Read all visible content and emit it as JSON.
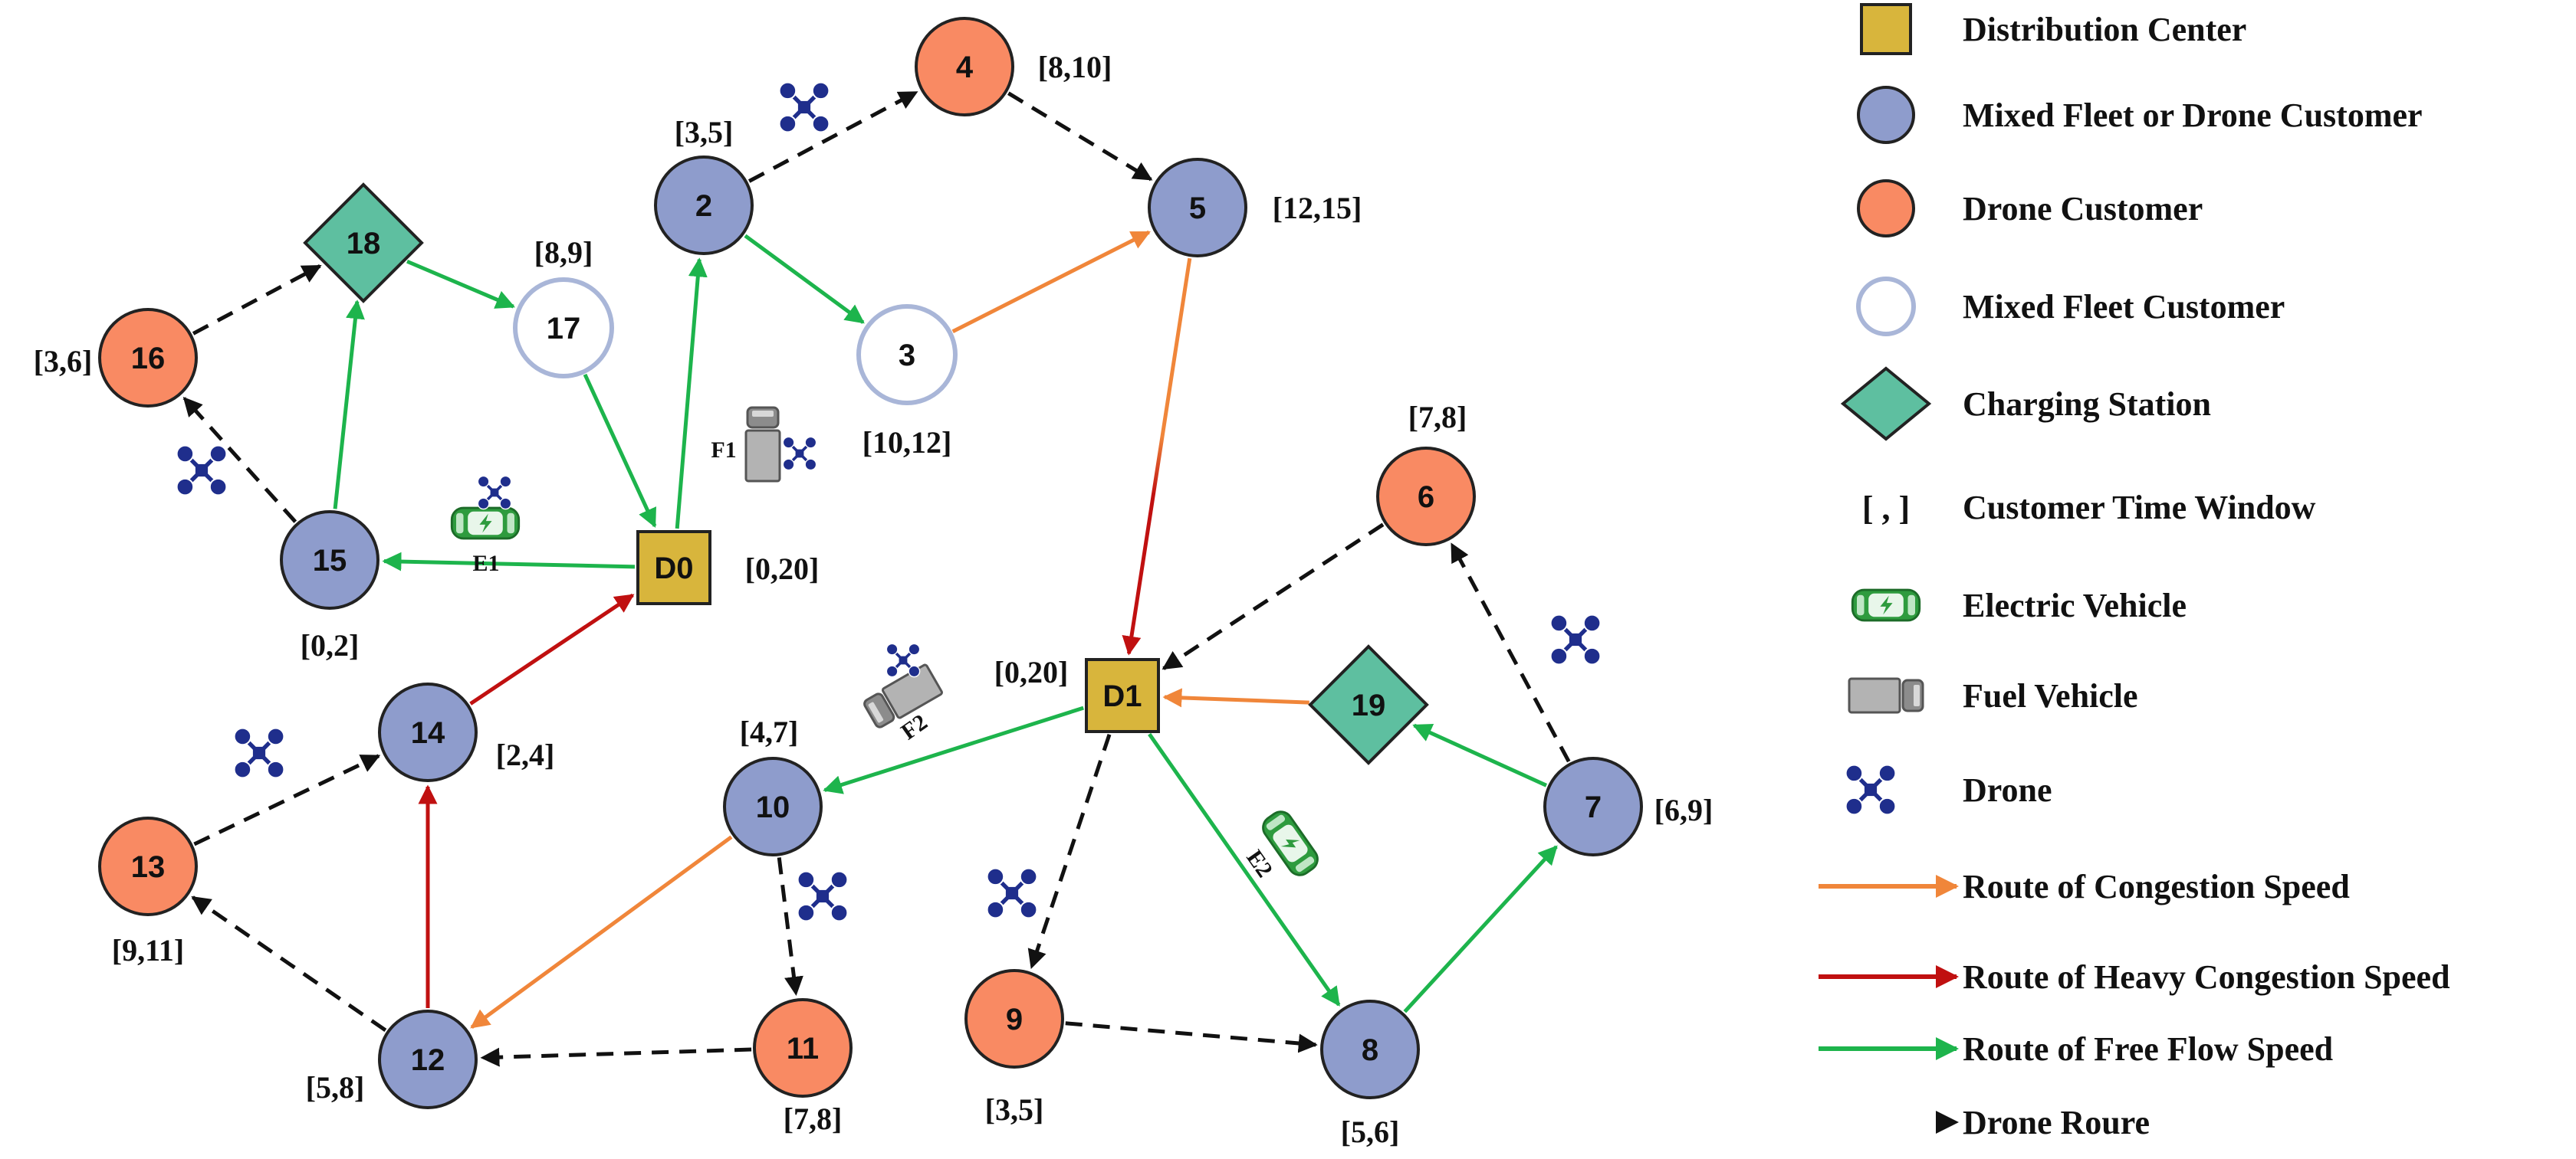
{
  "colors": {
    "depot": "#D8B53C",
    "mixed_or_drone": "#8E9CCC",
    "drone_customer": "#F98A63",
    "mixed_fleet": "#FFFFFF",
    "mixed_fleet_stroke": "#A9B6D8",
    "charging": "#5EBFA0",
    "congestion": "#F0863A",
    "heavy_congestion": "#C01010",
    "free_flow": "#1DB44C",
    "drone_route": "#111111",
    "drone_icon": "#1F2E8C"
  },
  "nodes": [
    {
      "id": "D0",
      "label": "D0",
      "kind": "depot",
      "time_window": "[0,20]"
    },
    {
      "id": "D1",
      "label": "D1",
      "kind": "depot",
      "time_window": "[0,20]"
    },
    {
      "id": "2",
      "label": "2",
      "kind": "mixed_or_drone",
      "time_window": "[3,5]"
    },
    {
      "id": "3",
      "label": "3",
      "kind": "mixed_fleet",
      "time_window": "[10,12]"
    },
    {
      "id": "4",
      "label": "4",
      "kind": "drone_customer",
      "time_window": "[8,10]"
    },
    {
      "id": "5",
      "label": "5",
      "kind": "mixed_or_drone",
      "time_window": "[12,15]"
    },
    {
      "id": "6",
      "label": "6",
      "kind": "drone_customer",
      "time_window": "[7,8]"
    },
    {
      "id": "7",
      "label": "7",
      "kind": "mixed_or_drone",
      "time_window": "[6,9]"
    },
    {
      "id": "8",
      "label": "8",
      "kind": "mixed_or_drone",
      "time_window": "[5,6]"
    },
    {
      "id": "9",
      "label": "9",
      "kind": "drone_customer",
      "time_window": "[3,5]"
    },
    {
      "id": "10",
      "label": "10",
      "kind": "mixed_or_drone",
      "time_window": "[4,7]"
    },
    {
      "id": "11",
      "label": "11",
      "kind": "drone_customer",
      "time_window": "[7,8]"
    },
    {
      "id": "12",
      "label": "12",
      "kind": "mixed_or_drone",
      "time_window": "[5,8]"
    },
    {
      "id": "13",
      "label": "13",
      "kind": "drone_customer",
      "time_window": "[9,11]"
    },
    {
      "id": "14",
      "label": "14",
      "kind": "mixed_or_drone",
      "time_window": "[2,4]"
    },
    {
      "id": "15",
      "label": "15",
      "kind": "mixed_or_drone",
      "time_window": "[0,2]"
    },
    {
      "id": "16",
      "label": "16",
      "kind": "drone_customer",
      "time_window": "[3,6]"
    },
    {
      "id": "17",
      "label": "17",
      "kind": "mixed_fleet",
      "time_window": "[8,9]"
    },
    {
      "id": "18",
      "label": "18",
      "kind": "charging",
      "time_window": ""
    },
    {
      "id": "19",
      "label": "19",
      "kind": "charging",
      "time_window": ""
    }
  ],
  "edges": [
    {
      "from": "D0",
      "to": "15",
      "type": "free_flow"
    },
    {
      "from": "15",
      "to": "18",
      "type": "free_flow"
    },
    {
      "from": "18",
      "to": "17",
      "type": "free_flow"
    },
    {
      "from": "17",
      "to": "D0",
      "type": "free_flow"
    },
    {
      "from": "D0",
      "to": "2",
      "type": "free_flow"
    },
    {
      "from": "2",
      "to": "3",
      "type": "free_flow"
    },
    {
      "from": "3",
      "to": "5",
      "type": "congestion"
    },
    {
      "from": "5",
      "to": "D1",
      "type": "congestion_to_heavy"
    },
    {
      "from": "D1",
      "to": "10",
      "type": "free_flow"
    },
    {
      "from": "10",
      "to": "12",
      "type": "congestion"
    },
    {
      "from": "12",
      "to": "14",
      "type": "heavy_congestion"
    },
    {
      "from": "14",
      "to": "D0",
      "type": "heavy_congestion"
    },
    {
      "from": "D1",
      "to": "8",
      "type": "free_flow"
    },
    {
      "from": "8",
      "to": "7",
      "type": "free_flow"
    },
    {
      "from": "7",
      "to": "19",
      "type": "free_flow"
    },
    {
      "from": "19",
      "to": "D1",
      "type": "congestion"
    },
    {
      "from": "2",
      "to": "4",
      "type": "drone"
    },
    {
      "from": "4",
      "to": "5",
      "type": "drone"
    },
    {
      "from": "15",
      "to": "16",
      "type": "drone"
    },
    {
      "from": "16",
      "to": "18",
      "type": "drone"
    },
    {
      "from": "6",
      "to": "D1",
      "type": "drone"
    },
    {
      "from": "7",
      "to": "6",
      "type": "drone"
    },
    {
      "from": "D1",
      "to": "9",
      "type": "drone"
    },
    {
      "from": "9",
      "to": "8",
      "type": "drone"
    },
    {
      "from": "10",
      "to": "11",
      "type": "drone"
    },
    {
      "from": "11",
      "to": "12",
      "type": "drone"
    },
    {
      "from": "12",
      "to": "13",
      "type": "drone"
    },
    {
      "from": "13",
      "to": "14",
      "type": "drone"
    }
  ],
  "vehicles": [
    {
      "id": "F1",
      "label": "F1",
      "kind": "fuel"
    },
    {
      "id": "F2",
      "label": "F2",
      "kind": "fuel"
    },
    {
      "id": "E1",
      "label": "E1",
      "kind": "electric"
    },
    {
      "id": "E2",
      "label": "E2",
      "kind": "electric"
    }
  ],
  "drone_icons": 9,
  "legend": [
    {
      "symbol": "depot",
      "label": "Distribution Center"
    },
    {
      "symbol": "mixed_or_drone",
      "label": "Mixed Fleet or Drone Customer"
    },
    {
      "symbol": "drone_customer",
      "label": "Drone Customer"
    },
    {
      "symbol": "mixed_fleet",
      "label": "Mixed Fleet Customer"
    },
    {
      "symbol": "charging",
      "label": "Charging Station"
    },
    {
      "symbol": "time_window",
      "glyph": "[ , ]",
      "label": "Customer Time Window"
    },
    {
      "symbol": "electric",
      "label": "Electric Vehicle"
    },
    {
      "symbol": "fuel",
      "label": "Fuel Vehicle"
    },
    {
      "symbol": "drone",
      "label": "Drone"
    },
    {
      "symbol": "congestion",
      "label": "Route of Congestion Speed"
    },
    {
      "symbol": "heavy_congestion",
      "label": "Route of Heavy Congestion Speed"
    },
    {
      "symbol": "free_flow",
      "label": "Route of Free Flow Speed"
    },
    {
      "symbol": "drone_route",
      "label": "Drone Roure"
    }
  ]
}
